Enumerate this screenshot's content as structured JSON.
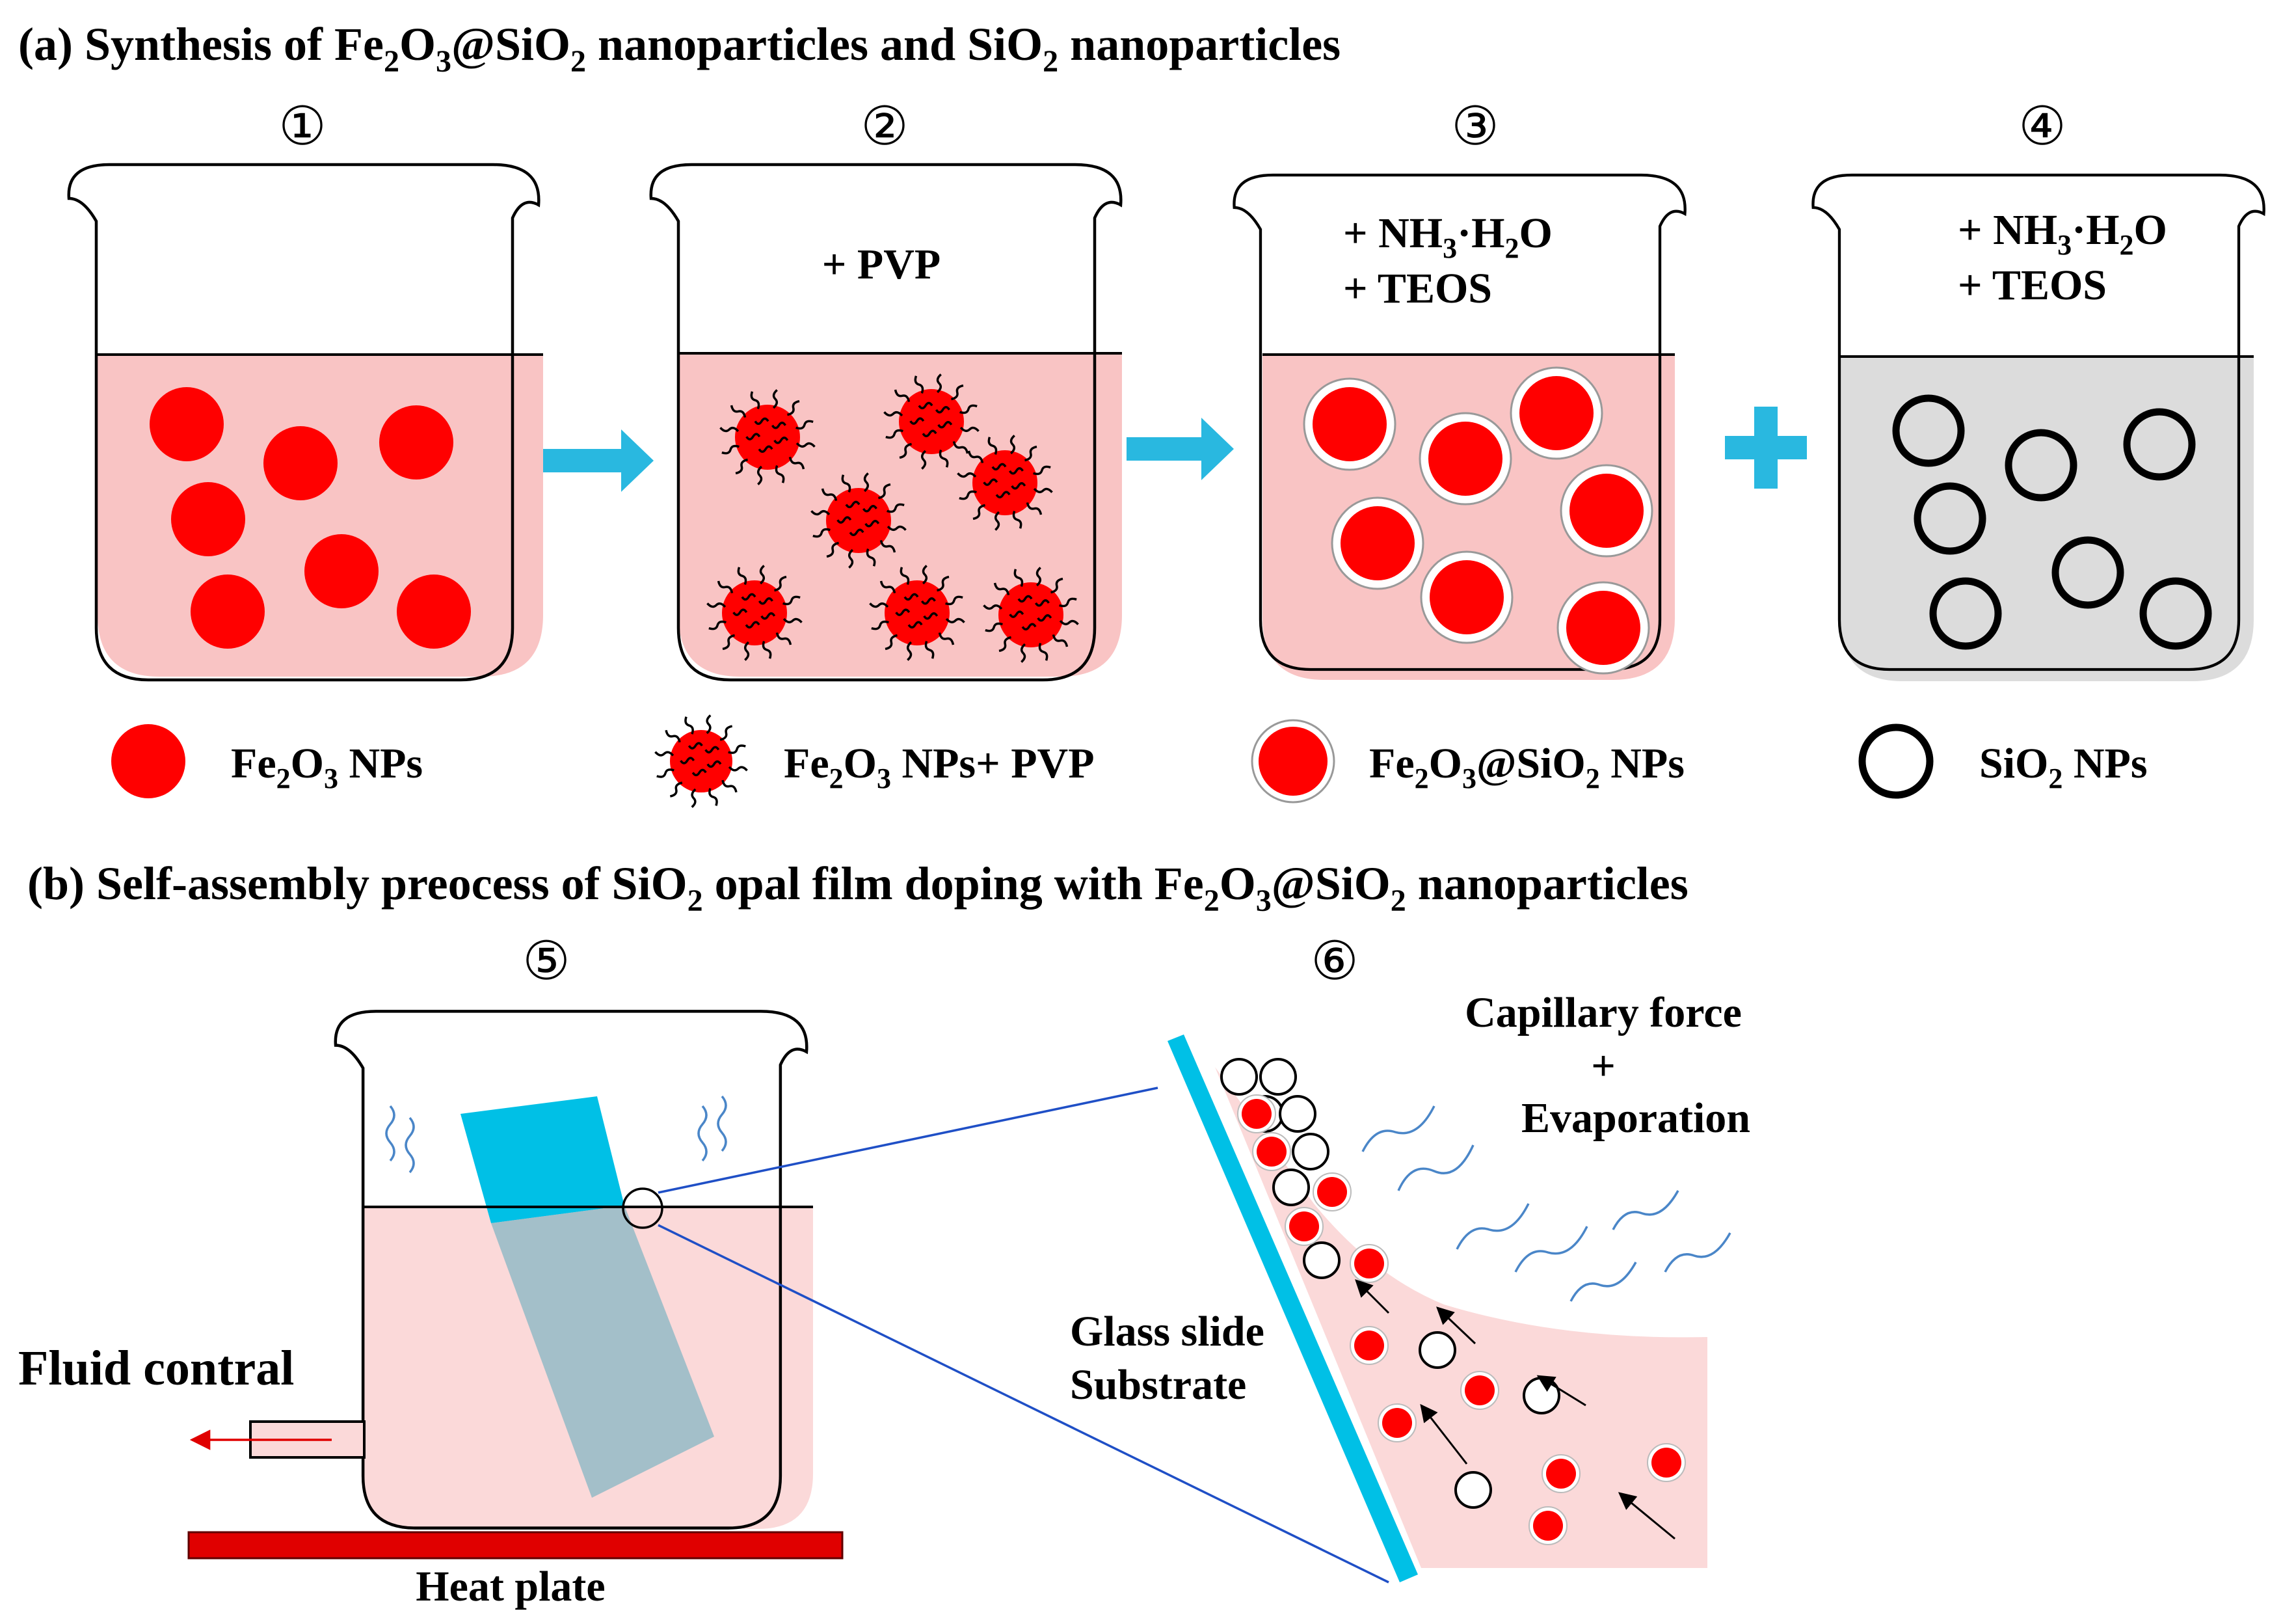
{
  "colors": {
    "liquid_pink": "#f9c4c4",
    "liquid_light_pink": "#fbd9d9",
    "liquid_gray": "#dcdcdc",
    "particle_red": "#ff0000",
    "arrow_cyan": "#29b8e0",
    "slide_cyan": "#00c0e6",
    "slide_gray": "#a3bfc9",
    "heat_plate": "#e00000",
    "zoom_line": "#1f4fc6",
    "wave_blue": "#4a86c8"
  },
  "part_a": {
    "title": {
      "prefix": "(a) Synthesis of  Fe",
      "s1": "2",
      "m1": "O",
      "s2": "3",
      "m2": "@SiO",
      "s3": "2",
      "m3": " nanoparticles and SiO",
      "s4": "2",
      "m4": " nanoparticles"
    },
    "step_numbers": [
      "①",
      "②",
      "③",
      "④"
    ],
    "beaker2_reagent": "+ PVP",
    "beaker3_reagents": {
      "l1a": "+ NH",
      "l1s1": "3",
      "l1b": "·H",
      "l1s2": "2",
      "l1c": "O",
      "l2": "+ TEOS"
    },
    "beaker4_reagents": {
      "l1a": "+ NH",
      "l1s1": "3",
      "l1b": "·H",
      "l1s2": "2",
      "l1c": "O",
      "l2": "+ TEOS"
    },
    "legend": {
      "fe2o3": {
        "a": "Fe",
        "s1": "2",
        "b": "O",
        "s2": "3",
        "c": " NPs"
      },
      "fe2o3_pvp": {
        "a": "Fe",
        "s1": "2",
        "b": "O",
        "s2": "3",
        "c": " NPs+ PVP"
      },
      "core_shell": {
        "a": "Fe",
        "s1": "2",
        "b": "O",
        "s2": "3",
        "c": "@SiO",
        "s3": "2",
        "d": " NPs"
      },
      "sio2": {
        "a": "SiO",
        "s1": "2",
        "b": " NPs"
      }
    }
  },
  "part_b": {
    "title": {
      "prefix": "(b) Self-assembly preocess of SiO",
      "s1": "2",
      "m1": " opal film doping with ",
      "m2": "Fe",
      "s2": "2",
      "m3": "O",
      "s3": "3",
      "m4": "@SiO",
      "s4": "2",
      "m5": " nanoparticles"
    },
    "step_numbers": [
      "⑤",
      "⑥"
    ],
    "fluid_label": "Fluid contral",
    "heat_label": "Heat plate",
    "glass_label_1": "Glass slide",
    "glass_label_2": "Substrate",
    "force_label_1": "Capillary force",
    "force_label_2": "+",
    "force_label_3": "Evaporation"
  }
}
